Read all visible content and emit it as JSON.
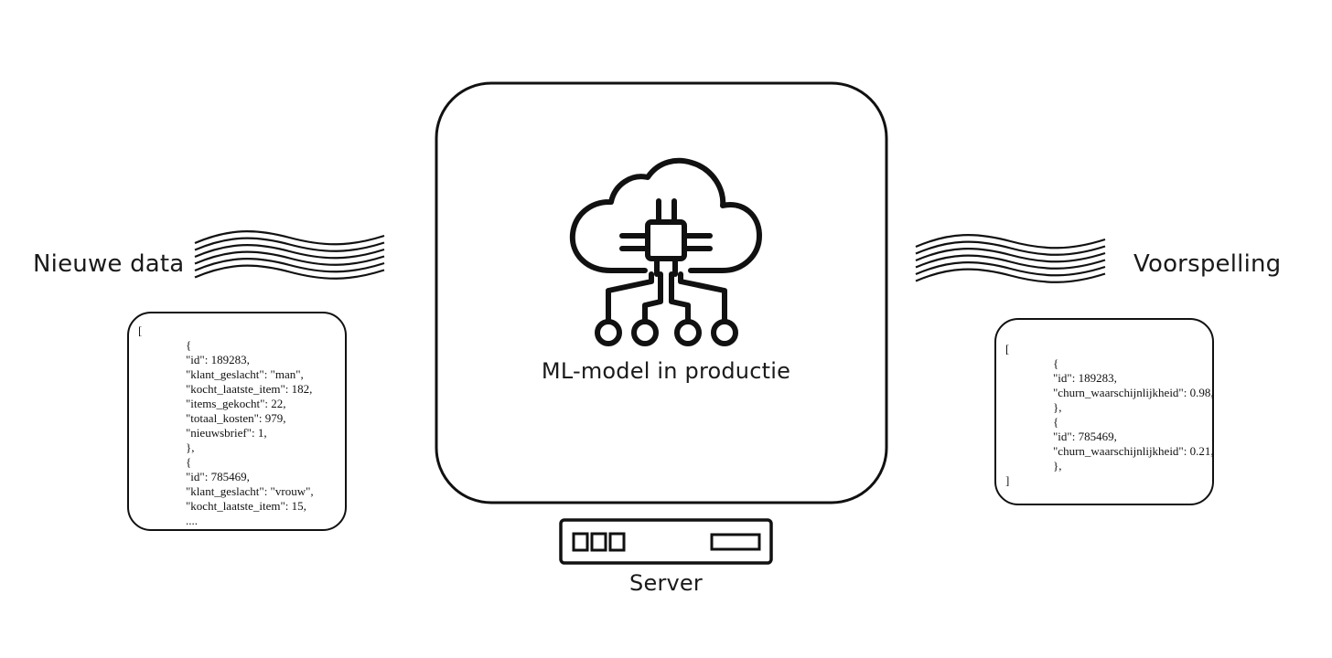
{
  "labels": {
    "input": "Nieuwe data",
    "output": "Voorspelling",
    "model": "ML-model in productie",
    "server": "Server"
  },
  "input_json_lines": [
    {
      "text": "[",
      "indent": 0
    },
    {
      "text": "{",
      "indent": 1
    },
    {
      "text": "\"id\": 189283,",
      "indent": 1
    },
    {
      "text": "\"klant_geslacht\": \"man\",",
      "indent": 1
    },
    {
      "text": "\"kocht_laatste_item\": 182,",
      "indent": 1
    },
    {
      "text": "\"items_gekocht\": 22,",
      "indent": 1
    },
    {
      "text": "\"totaal_kosten\": 979,",
      "indent": 1
    },
    {
      "text": "\"nieuwsbrief\": 1,",
      "indent": 1
    },
    {
      "text": "},",
      "indent": 1
    },
    {
      "text": "{",
      "indent": 1
    },
    {
      "text": "\"id\": 785469,",
      "indent": 1
    },
    {
      "text": "\"klant_geslacht\": \"vrouw\",",
      "indent": 1
    },
    {
      "text": "\"kocht_laatste_item\": 15,",
      "indent": 1
    },
    {
      "text": "....",
      "indent": 1
    }
  ],
  "output_json_lines": [
    {
      "text": "[",
      "indent": 0
    },
    {
      "text": "{",
      "indent": 1
    },
    {
      "text": "\"id\": 189283,",
      "indent": 1
    },
    {
      "text": "\"churn_waarschijnlijkheid\": 0.98,",
      "indent": 1
    },
    {
      "text": "},",
      "indent": 1
    },
    {
      "text": "{",
      "indent": 1
    },
    {
      "text": "\"id\": 785469,",
      "indent": 1
    },
    {
      "text": "\"churn_waarschijnlijkheid\": 0.21,",
      "indent": 1
    },
    {
      "text": "},",
      "indent": 1
    },
    {
      "text": "]",
      "indent": 0
    }
  ],
  "colors": {
    "stroke": "#111111",
    "background": "#ffffff"
  },
  "icons": {
    "model": "cloud-chip-circuit-icon",
    "server": "server-rack-icon",
    "flow": "wavy-lines-icon"
  }
}
